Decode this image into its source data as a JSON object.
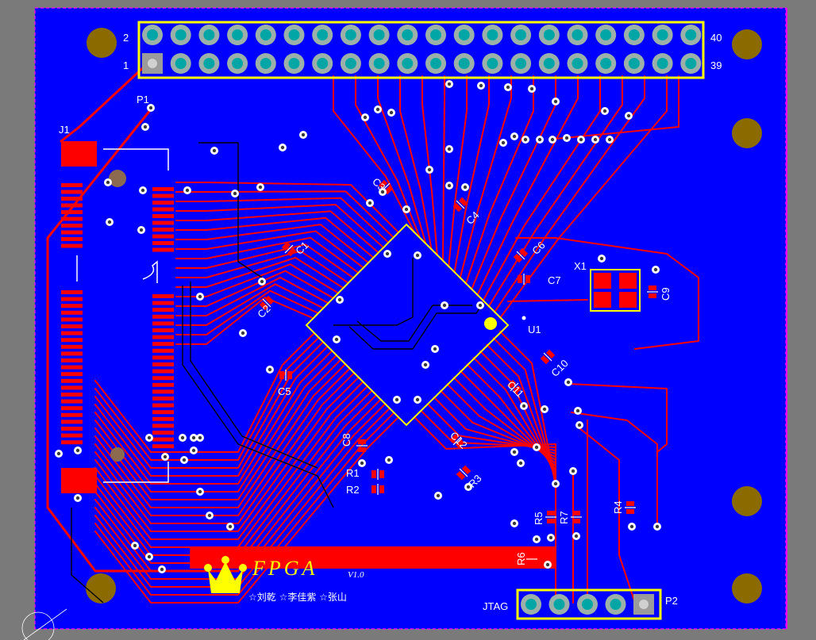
{
  "colors": {
    "background": "#7a7a7a",
    "board": "#0000ff",
    "copper": "#ff0000",
    "silkscreen": "#ffff00",
    "pad_gold": "#8b6a00",
    "pad_drill": "#00a6a6",
    "outline": "#ff00ff",
    "label": "#ffffff"
  },
  "header_p1": {
    "name": "P1",
    "pin_tl": "2",
    "pin_bl": "1",
    "pin_tr": "40",
    "pin_br": "39",
    "pins_per_row": 20
  },
  "connector_j1": {
    "name": "J1"
  },
  "fpga_u1": {
    "name": "U1"
  },
  "crystal_x1": {
    "name": "X1"
  },
  "jtag_p2": {
    "name": "P2",
    "label": "JTAG",
    "pins": 5
  },
  "capacitors": [
    "C1",
    "C2",
    "C3",
    "C4",
    "C5",
    "C6",
    "C7",
    "C8",
    "C9",
    "C10",
    "C11",
    "C12"
  ],
  "resistors": [
    "R1",
    "R2",
    "R3",
    "R4",
    "R5",
    "R6",
    "R7"
  ],
  "logo": {
    "title": "FPGA",
    "version": "V1.0",
    "subtitle": "☆刘乾 ☆李佳紫 ☆张山"
  }
}
